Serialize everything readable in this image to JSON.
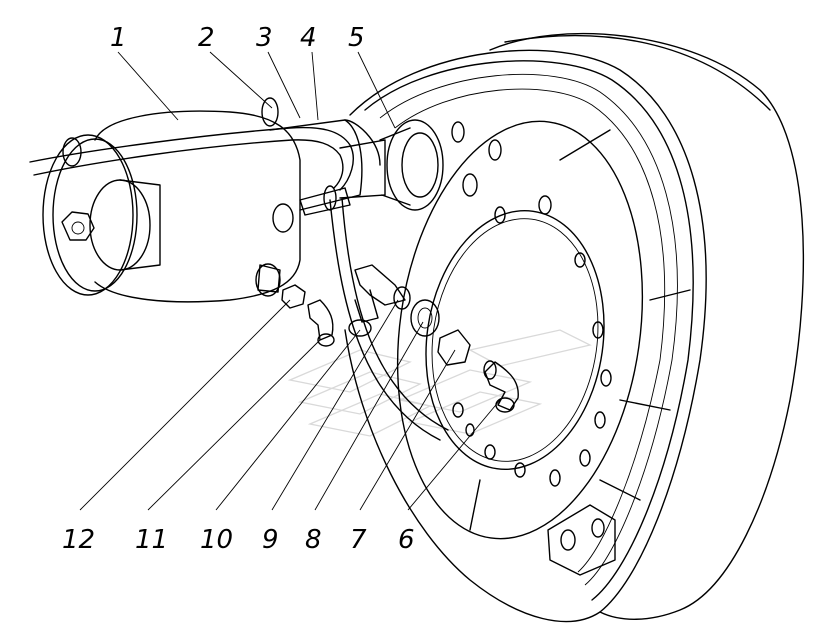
{
  "callouts": {
    "c1": "1",
    "c2": "2",
    "c3": "3",
    "c4": "4",
    "c5": "5",
    "c6": "6",
    "c7": "7",
    "c8": "8",
    "c9": "9",
    "c10": "10",
    "c11": "11",
    "c12": "12"
  },
  "colors": {
    "line": "#000000",
    "background": "#ffffff",
    "watermark": "#d9d9d9"
  }
}
